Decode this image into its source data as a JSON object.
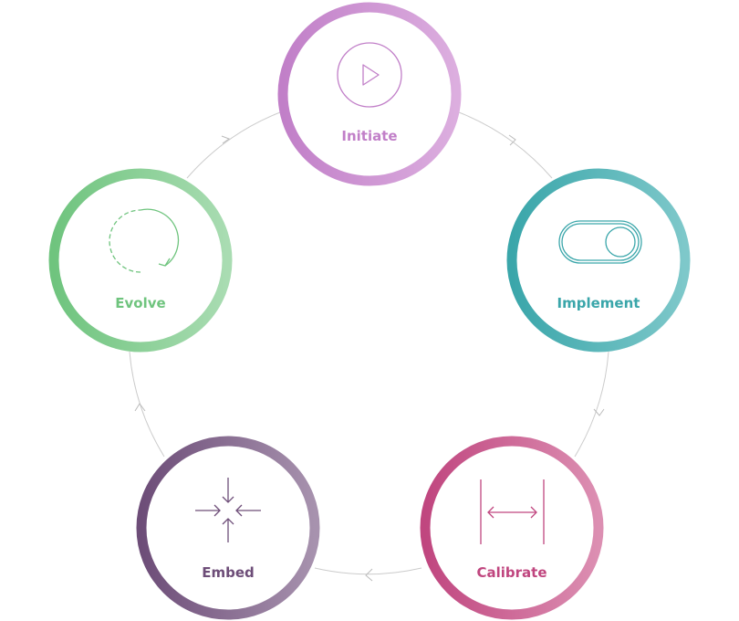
{
  "nodes": [
    {
      "id": "initiate",
      "label": "Initiate",
      "icon": "play-icon",
      "color": "#c17fc8",
      "color_light": "#dcaedf"
    },
    {
      "id": "implement",
      "label": "Implement",
      "icon": "toggle-icon",
      "color": "#3aa6aa",
      "color_light": "#7ec8ca"
    },
    {
      "id": "calibrate",
      "label": "Calibrate",
      "icon": "width-arrow-icon",
      "color": "#c0467f",
      "color_light": "#dc8fb2"
    },
    {
      "id": "embed",
      "label": "Embed",
      "icon": "converge-icon",
      "color": "#6d4d78",
      "color_light": "#a792ae"
    },
    {
      "id": "evolve",
      "label": "Evolve",
      "icon": "cycle-icon",
      "color": "#6fc47e",
      "color_light": "#a9dcb2"
    }
  ],
  "connector_color": "#cccccc"
}
